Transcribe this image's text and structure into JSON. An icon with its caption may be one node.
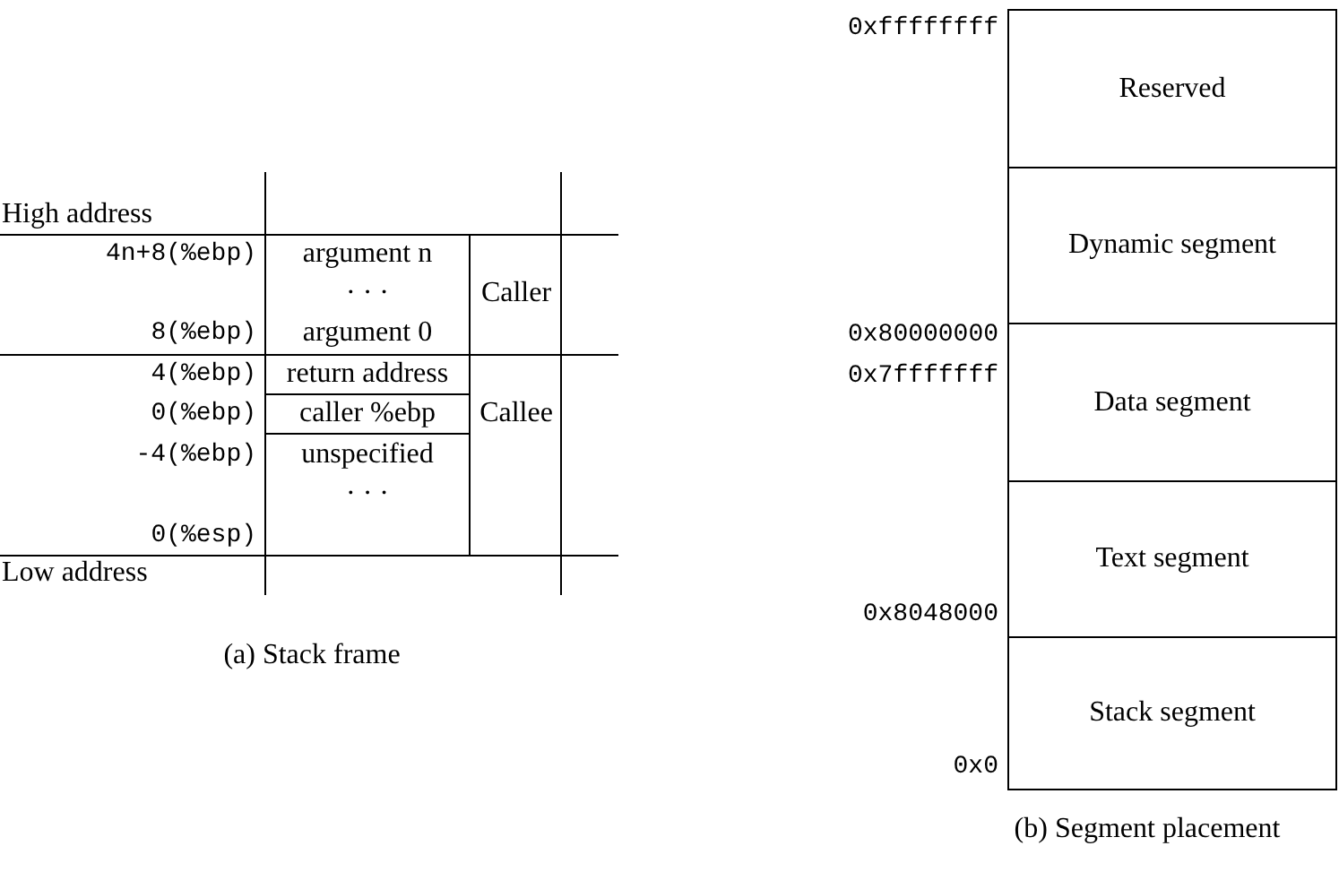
{
  "diagram": {
    "nodes": [
      {
        "text": [
          "Reserved"
        ]
      },
      {
        "text": [
          "Dynamic segment"
        ]
      },
      {
        "text": [
          "Data segment"
        ]
      },
      {
        "text": [
          "Text segment"
        ]
      },
      {
        "text": [
          "Stack segment"
        ]
      }
    ],
    "labels": [
      "High address",
      "4n+8(%ebp)",
      "argument n",
      "· · ·",
      "Caller",
      "8(%ebp)",
      "argument 0",
      "4(%ebp)",
      "return address",
      "0(%ebp)",
      "caller %ebp",
      "Callee",
      "-4(%ebp)",
      "unspecified",
      "· · ·",
      "0(%esp)",
      "Low address",
      "(a) Stack frame",
      "0xffffffff",
      "0x80000000",
      "0x7fffffff",
      "0x8048000",
      "0x0",
      "(b) Segment placement"
    ]
  }
}
